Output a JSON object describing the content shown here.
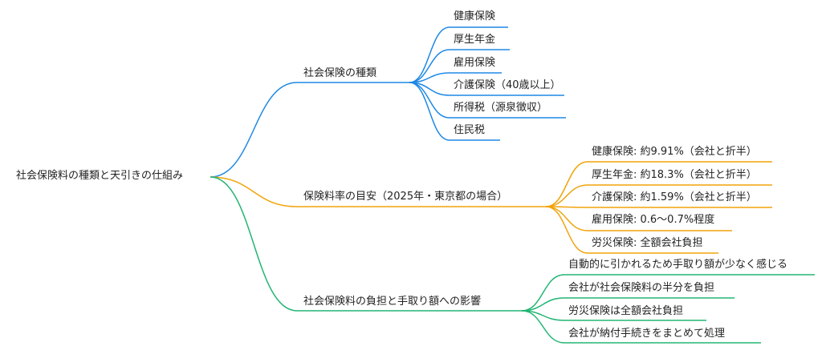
{
  "root": "社会保険料の種類と天引きの仕組み",
  "branches": [
    {
      "label": "社会保険の種類",
      "color": "#1e88e5",
      "children": [
        "健康保険",
        "厚生年金",
        "雇用保険",
        "介護保険（40歳以上）",
        "所得税（源泉徴収）",
        "住民税"
      ]
    },
    {
      "label": "保険料率の目安（2025年・東京都の場合）",
      "color": "#f0a30a",
      "children": [
        "健康保険: 約9.91%（会社と折半）",
        "厚生年金: 約18.3%（会社と折半）",
        "介護保険: 約1.59%（会社と折半）",
        "雇用保険: 0.6〜0.7%程度",
        "労災保険: 全額会社負担"
      ]
    },
    {
      "label": "社会保険料の負担と手取り額への影響",
      "color": "#22b573",
      "children": [
        "自動的に引かれるため手取り額が少なく感じる",
        "会社が社会保険料の半分を負担",
        "労災保険は全額会社負担",
        "会社が納付手続きをまとめて処理"
      ]
    }
  ]
}
